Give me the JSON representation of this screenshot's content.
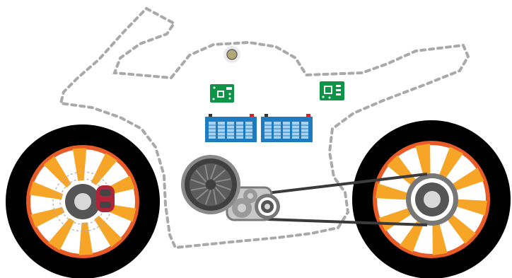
{
  "diagram": {
    "subject": "electric-motorcycle-drivetrain",
    "components": [
      "body-outline",
      "front-wheel",
      "front-brake-disc",
      "brake-caliper",
      "rear-wheel",
      "rear-sprocket",
      "drive-chain",
      "electric-motor",
      "reduction-gearbox",
      "front-sprocket",
      "battery-pack-left",
      "battery-pack-right",
      "controller-board-left",
      "controller-board-right",
      "headlight-sensor"
    ],
    "colors": {
      "tire": "#000000",
      "rim": "#e85a26",
      "spokes": "#f6a526",
      "hub": "#555555",
      "caliper": "#b0243a",
      "battery": "#1f7bc0",
      "battery_cells": "#a8d3f0",
      "pcb": "#0e9447",
      "outline": "#a9a9a9",
      "motor": "#6d6d6d",
      "chain": "#3a3a3a"
    }
  }
}
